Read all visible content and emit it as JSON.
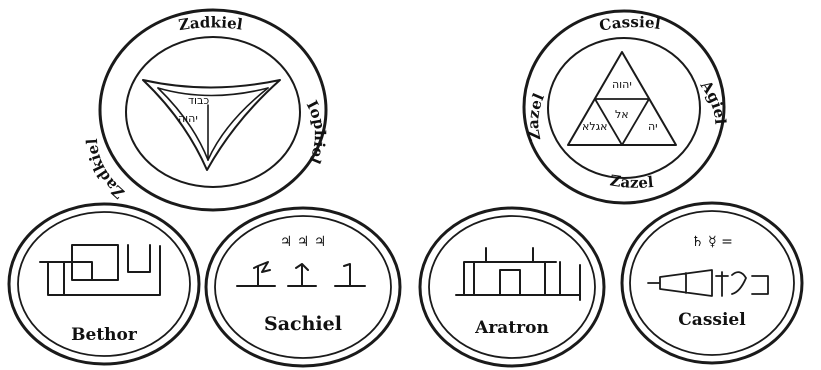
{
  "seals": {
    "saturn": {
      "ring_top": "Cassiel",
      "ring_right": "Agiel",
      "ring_bottom": "Zazel",
      "ring_left": "Zazel",
      "triangle_top": "יהוה",
      "triangle_center": "אל",
      "triangle_left": "אגלא",
      "triangle_right": "יה"
    },
    "jupiter": {
      "ring_top": "Zadkiel",
      "ring_left": "Zadkiel",
      "ring_right": "Iophiel",
      "center_top": "כבוד",
      "center_mid": "יהוה"
    }
  },
  "sigils": {
    "bethor": {
      "label": "Bethor"
    },
    "sachiel": {
      "label": "Sachiel",
      "signs": "♃ ♃ ♃"
    },
    "aratron": {
      "label": "Aratron"
    },
    "cassiel": {
      "label": "Cassiel",
      "signs": "♄ ☿ ="
    }
  }
}
